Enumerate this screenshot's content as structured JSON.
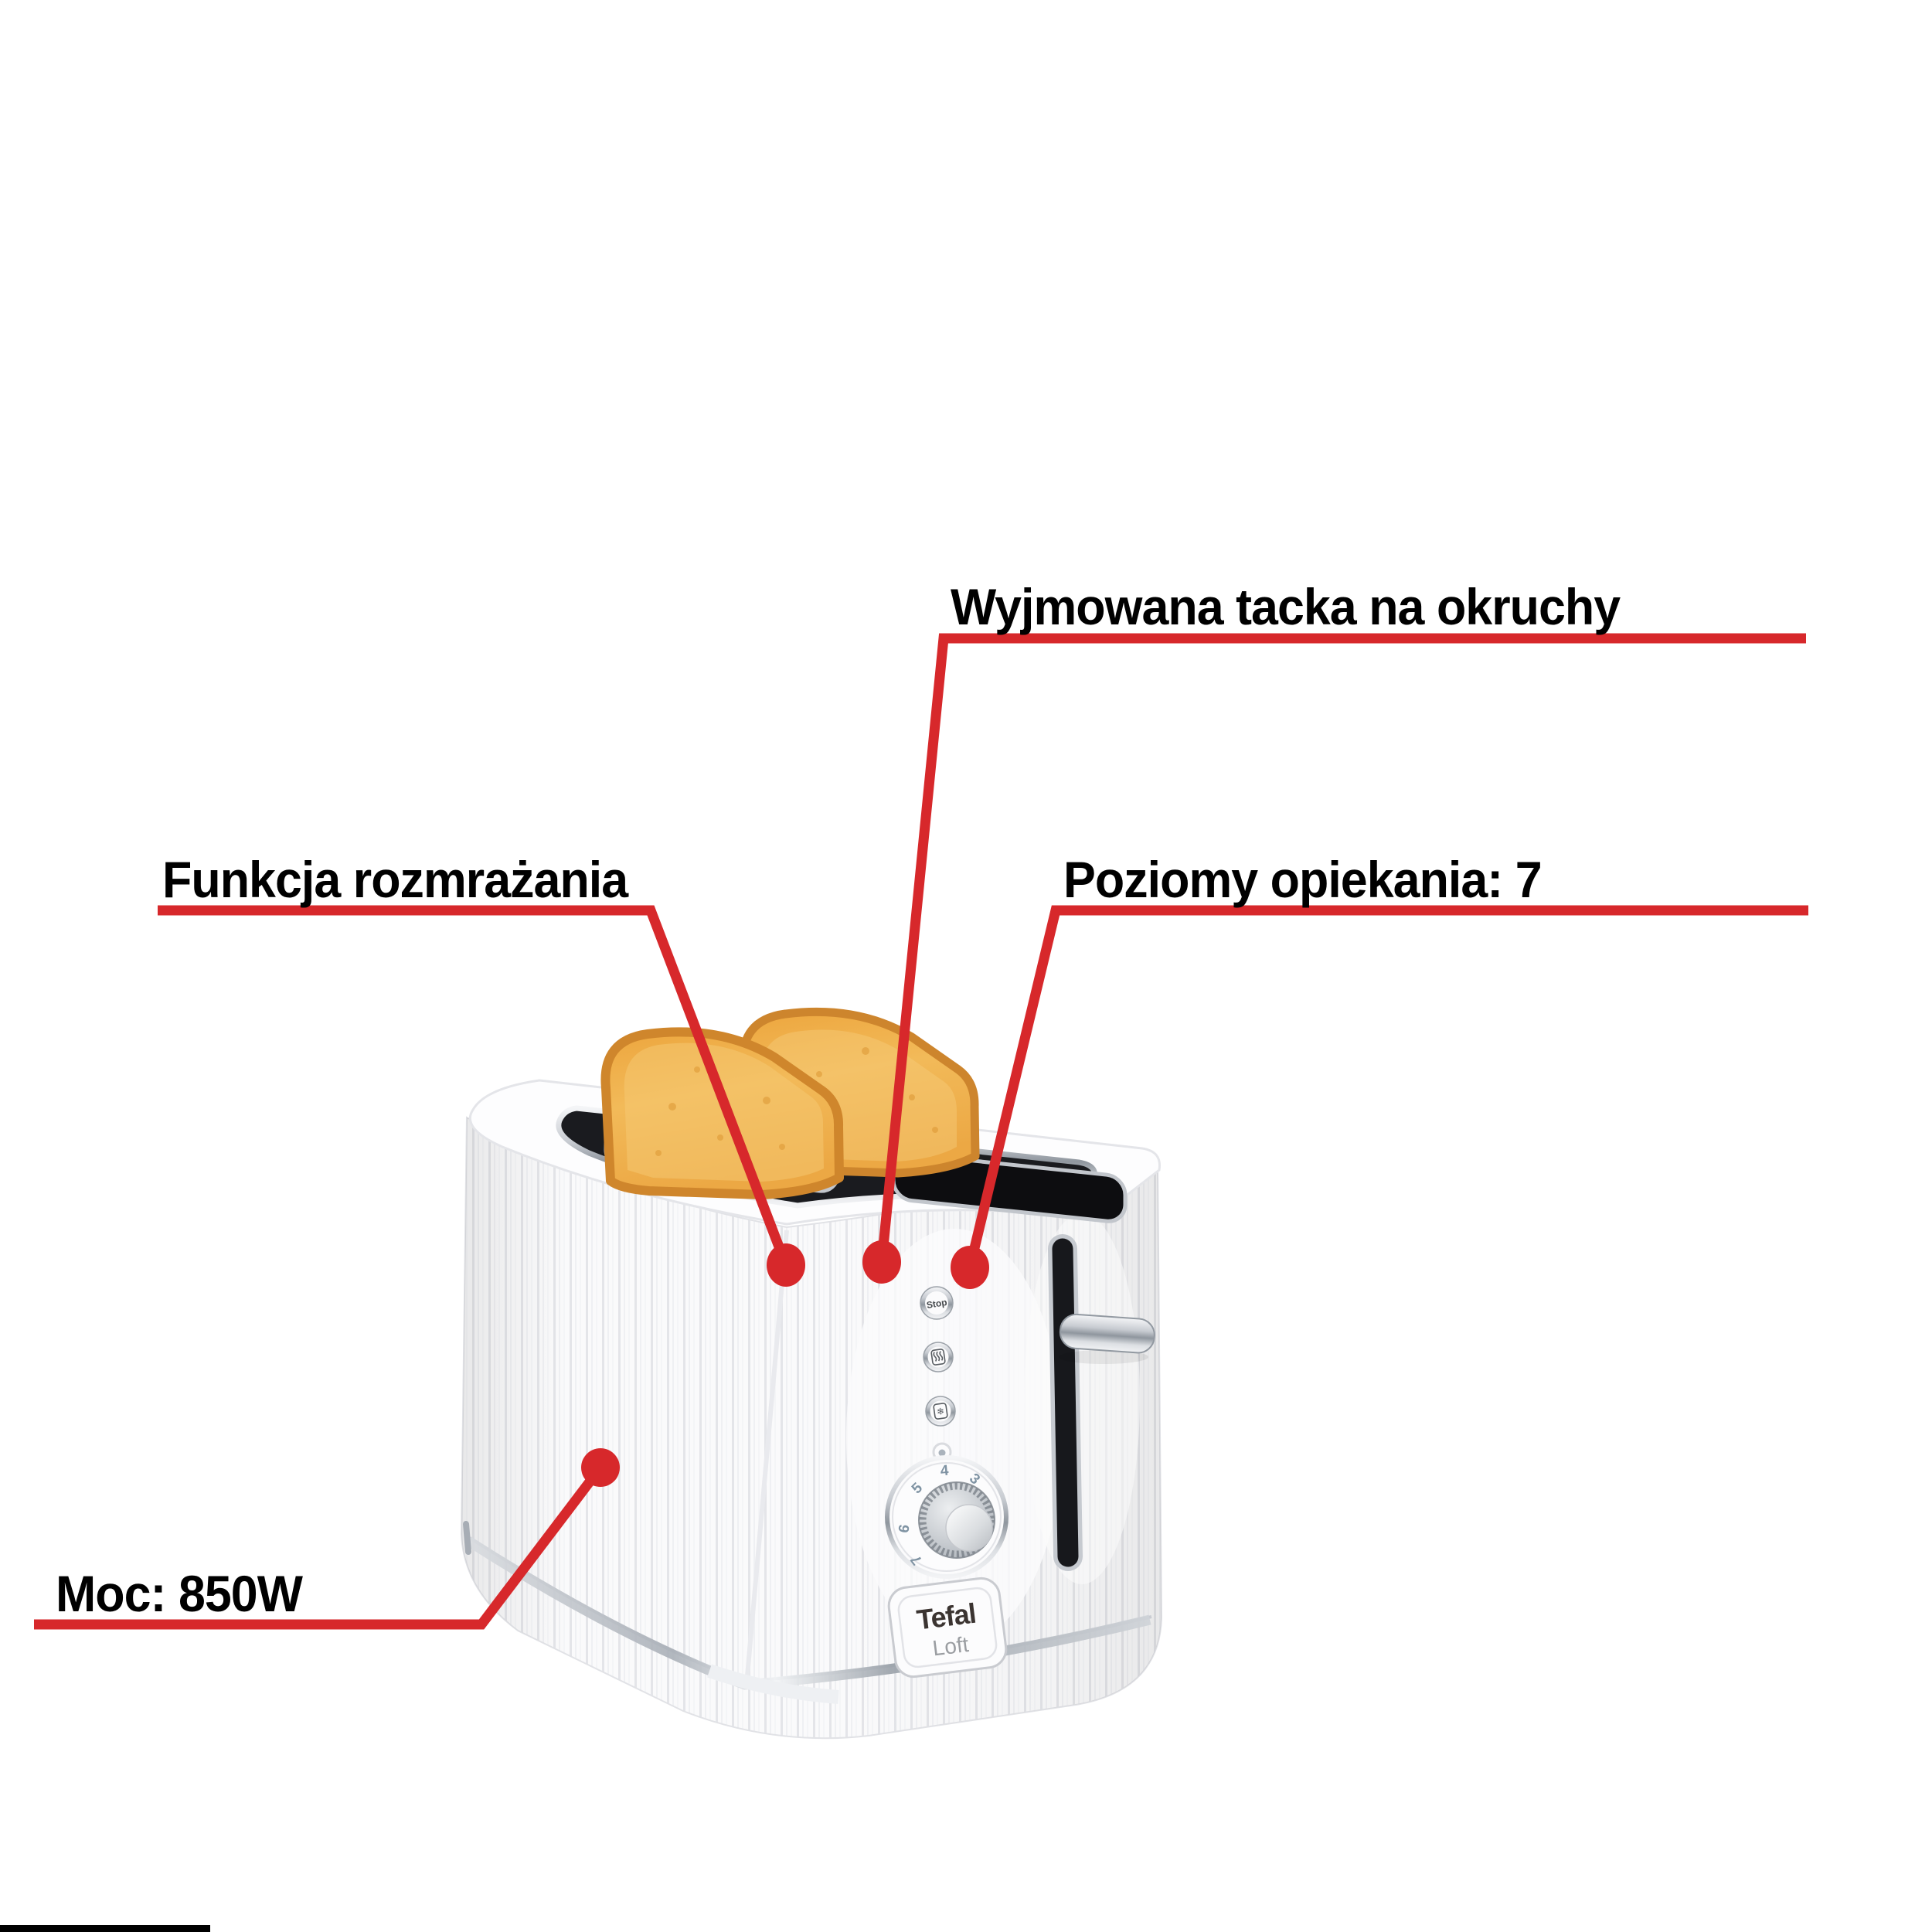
{
  "page": {
    "background": "#ffffff",
    "accent_red": "#d7282b"
  },
  "annotations": {
    "crumb_tray": {
      "label": "Wyjmowana tacka na okruchy"
    },
    "defrost": {
      "label": "Funkcja rozmrażania"
    },
    "browning": {
      "label": "Poziomy opiekania: 7"
    },
    "power": {
      "label": "Moc: 850W"
    }
  },
  "toaster": {
    "brand": "Tefal",
    "series": "Loft",
    "stop_button_label": "Stop",
    "dial_numbers": [
      "4",
      "3",
      "5",
      "6",
      "7"
    ],
    "icons": {
      "defrost": "❄",
      "reheat": "reheat-waves-icon"
    }
  }
}
